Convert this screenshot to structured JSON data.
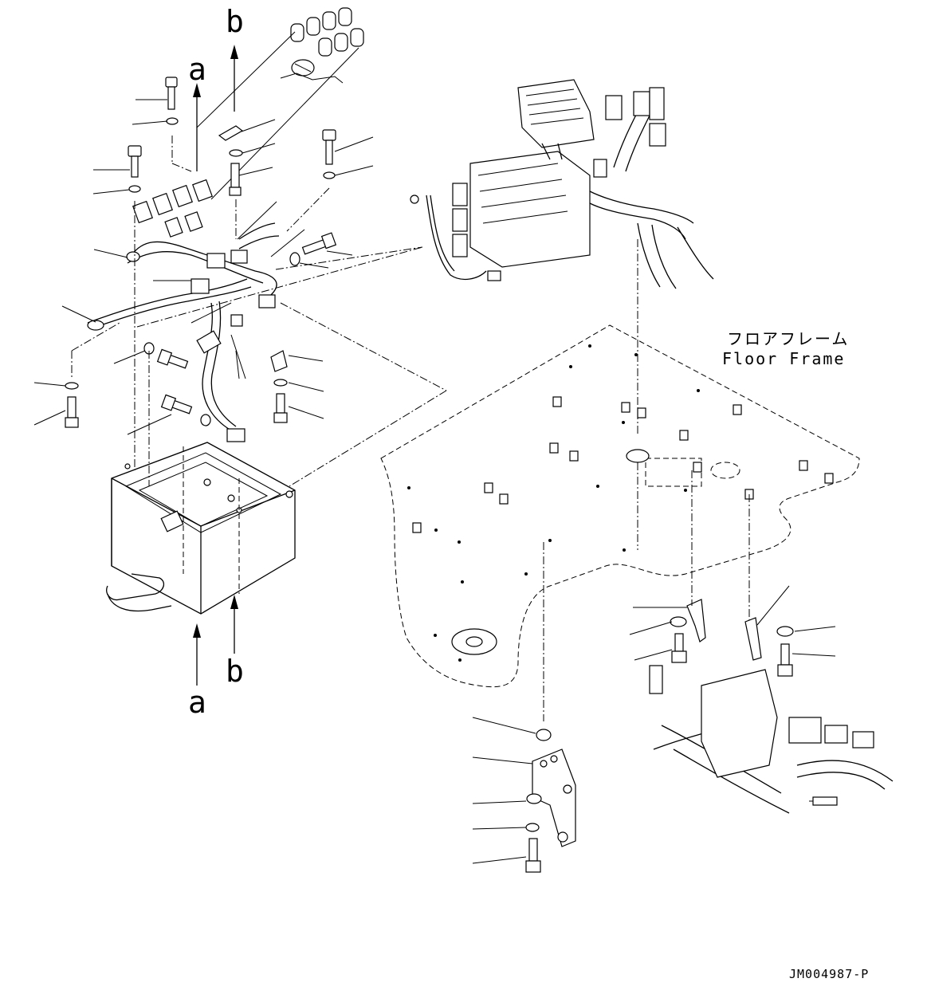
{
  "diagram": {
    "arrow_labels": {
      "a_top": "a",
      "b_top": "b",
      "a_bottom": "a",
      "b_bottom": "b"
    },
    "floor_frame_label_jp": "フロアフレーム",
    "floor_frame_label_en": "Floor Frame",
    "drawing_code": "JM004987-P"
  }
}
